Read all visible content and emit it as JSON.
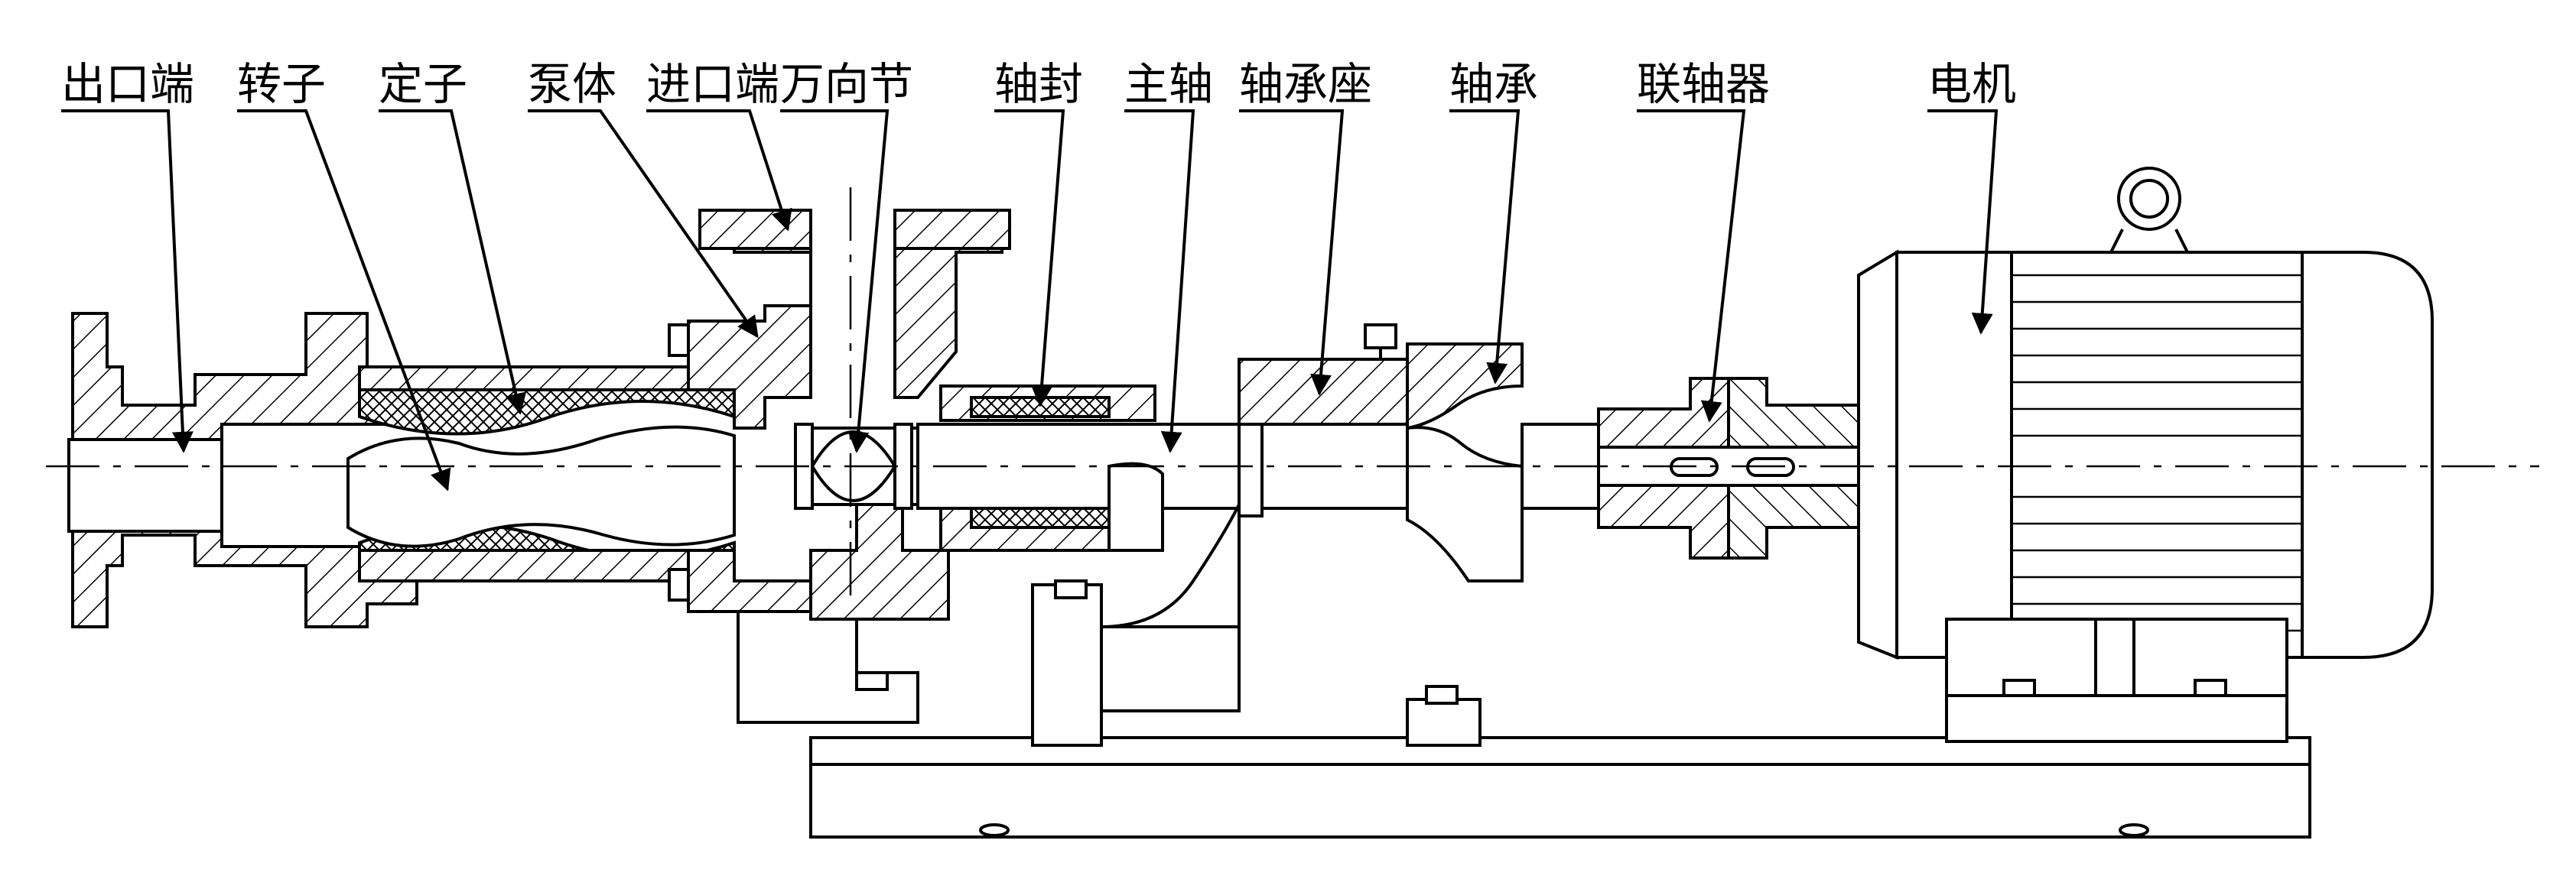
{
  "labels": {
    "outlet": "出口端",
    "rotor": "转子",
    "stator": "定子",
    "pump_body": "泵体",
    "inlet": "进口端",
    "universal_joint": "万向节",
    "shaft_seal": "轴封",
    "main_shaft": "主轴",
    "bearing_housing": "轴承座",
    "bearing": "轴承",
    "coupling": "联轴器",
    "motor": "电机"
  }
}
